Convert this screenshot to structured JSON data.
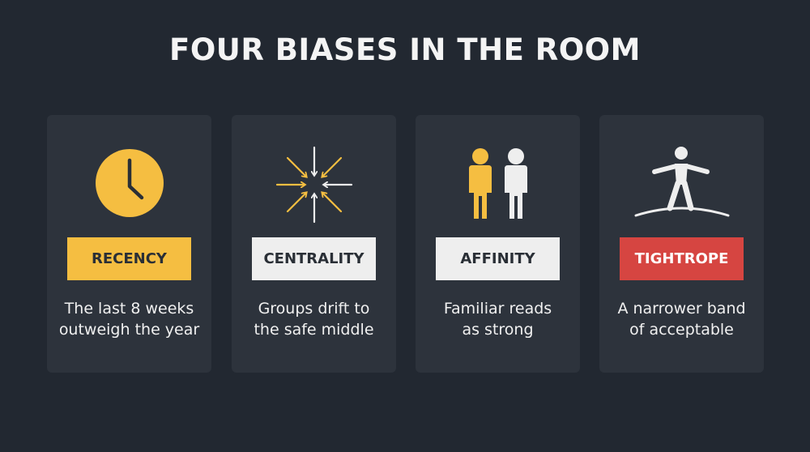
{
  "title": "FOUR BIASES IN THE ROOM",
  "colors": {
    "background": "#222831",
    "card": "#2d333c",
    "yellow": "#f5be41",
    "light": "#eeeeee",
    "red": "#d64541"
  },
  "cards": [
    {
      "label": "RECENCY",
      "icon": "clock-icon",
      "badge_color": "#f5be41",
      "description": [
        "The last 8 weeks",
        "outweigh the year"
      ]
    },
    {
      "label": "CENTRALITY",
      "icon": "converging-arrows-icon",
      "badge_color": "#eeeeee",
      "description": [
        "Groups drift to",
        "the safe middle"
      ]
    },
    {
      "label": "AFFINITY",
      "icon": "two-people-icon",
      "badge_color": "#eeeeee",
      "description": [
        "Familiar reads",
        "as strong"
      ]
    },
    {
      "label": "TIGHTROPE",
      "icon": "tightrope-walker-icon",
      "badge_color": "#d64541",
      "description": [
        "A narrower band",
        "of acceptable"
      ]
    }
  ]
}
